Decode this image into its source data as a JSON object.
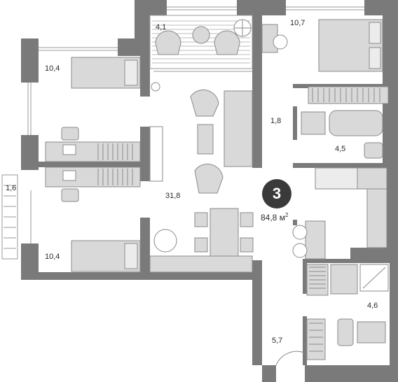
{
  "badge": {
    "rooms": "3"
  },
  "total_area": {
    "value": "84,8 м",
    "unit_sup": "2"
  },
  "rooms": {
    "loggia_top": "4,1",
    "bedroom_right": "10,7",
    "bedroom_left_top": "10,4",
    "hall": "1,8",
    "bathroom": "4,5",
    "balcony_left": "1,6",
    "living": "31,8",
    "bedroom_left_bottom": "10,4",
    "wc": "4,6",
    "entrance": "5,7"
  },
  "colors": {
    "wall": "#7a7a7a",
    "furniture": "#d9d9d9",
    "outline": "#8a8a8a",
    "text": "#2b2b2b"
  }
}
